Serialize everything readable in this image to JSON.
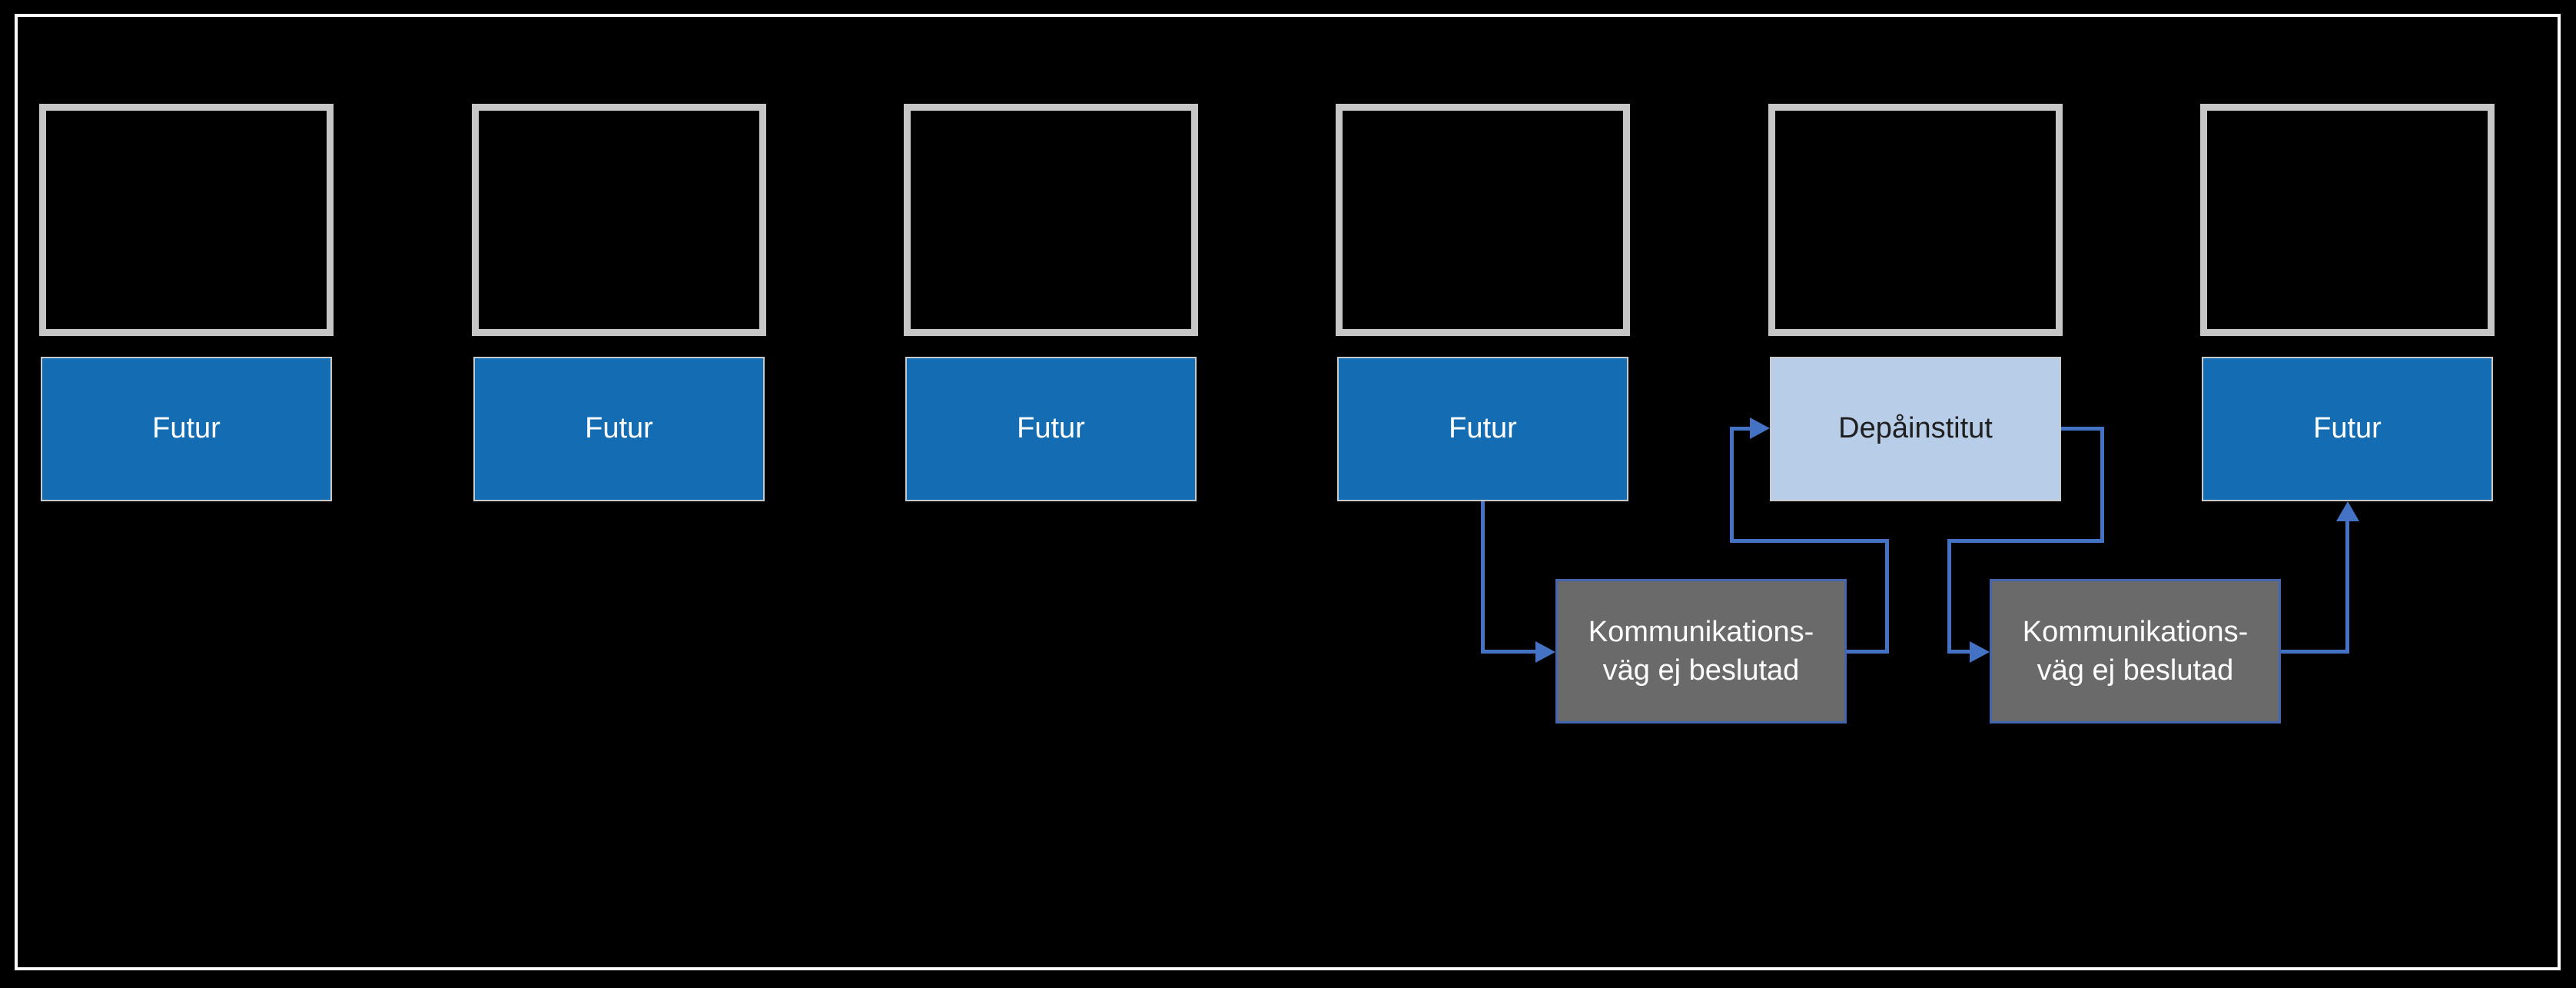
{
  "diagram": {
    "background": "#000000",
    "frame_color": "#FFFFFF"
  },
  "colors": {
    "futur_fill": "#146CB2",
    "futur_text": "#FFFFFF",
    "depot_fill": "#B8CDE8",
    "depot_text": "#1F1F1F",
    "note_fill": "#6A6A6A",
    "note_text": "#FFFFFF",
    "note_border": "#4466AE",
    "connector": "#4472C4",
    "placeholder_border": "#C6C6C6",
    "node_border": "#C9C9C9"
  },
  "top_row": {
    "placeholder_count": 6
  },
  "nodes": [
    {
      "id": "futur-1",
      "label": "Futur"
    },
    {
      "id": "futur-2",
      "label": "Futur"
    },
    {
      "id": "futur-3",
      "label": "Futur"
    },
    {
      "id": "futur-4",
      "label": "Futur"
    },
    {
      "id": "depainstitut",
      "label": "Depåinstitut"
    },
    {
      "id": "futur-5",
      "label": "Futur"
    }
  ],
  "notes": [
    {
      "id": "komm-1",
      "label": "Kommunikations-\nväg ej beslutad"
    },
    {
      "id": "komm-2",
      "label": "Kommunikations-\nväg ej beslutad"
    }
  ],
  "connections": [
    {
      "from": "futur-4",
      "to": "komm-1",
      "style": "elbow-arrow"
    },
    {
      "from": "komm-1",
      "to": "depainstitut",
      "style": "elbow-arrow"
    },
    {
      "from": "depainstitut",
      "to": "komm-2",
      "style": "elbow-arrow"
    },
    {
      "from": "komm-2",
      "to": "futur-5",
      "style": "elbow-arrow"
    }
  ]
}
